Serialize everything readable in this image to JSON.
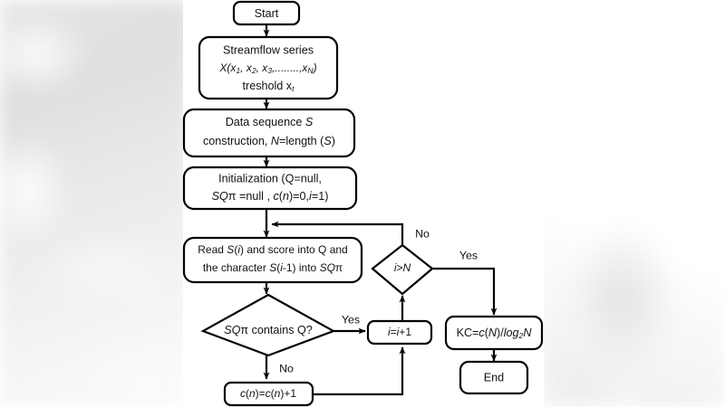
{
  "figure": {
    "kind": "flowchart",
    "title": "Kolmogorov complexity computation flowchart",
    "background_color": "#ffffff",
    "line_color": "#000000",
    "text_color": "#111111"
  },
  "nodes": {
    "start": {
      "id": "start",
      "shape": "terminator",
      "label": "Start"
    },
    "streamflow": {
      "id": "streamflow",
      "shape": "process-rounded",
      "line1": "Streamflow series",
      "line2_pre": "X(x",
      "line2_s1": "1",
      "line2_mid1": ", x",
      "line2_s2": "2",
      "line2_mid2": ", x",
      "line2_s3": "3",
      "line2_mid3": ",........,x",
      "line2_s4": "N",
      "line2_post": ")",
      "line3_pre": "treshold x",
      "line3_sub": "t"
    },
    "data_sequence": {
      "id": "data-sequence",
      "shape": "process-rounded",
      "line1_pre": "Data sequence ",
      "line1_ital": "S",
      "line2_pre": "construction, ",
      "line2_ital1": "N",
      "line2_mid": "=length (",
      "line2_ital2": "S",
      "line2_post": ")"
    },
    "initialization": {
      "id": "initialization",
      "shape": "process-rounded",
      "line1": "Initialization (Q=null,",
      "line2_ital1": "SQ",
      "line2_pi": "π",
      "line2_mid": " =null , ",
      "line2_ital2": "c",
      "line2_mid2": "(",
      "line2_ital3": "n",
      "line2_mid3": ")=0,",
      "line2_ital4": "i",
      "line2_post": "=1)"
    },
    "read_step": {
      "id": "read-step",
      "shape": "process-rounded",
      "line1_pre": "Read ",
      "line1_ital": "S",
      "line1_mid": "(",
      "line1_ital2": "i",
      "line1_post": ") and score into Q and",
      "line2_pre": "the character ",
      "line2_ital": "S",
      "line2_mid": "(",
      "line2_ital2": "i",
      "line2_mid2": "-1) into ",
      "line2_ital3": "SQ",
      "line2_pi": "π"
    },
    "decision_contains": {
      "id": "decision-sqpi-contains-q",
      "shape": "decision",
      "ital": "SQ",
      "pi": "π",
      "rest": " contains  Q?"
    },
    "decision_i_gt_n": {
      "id": "decision-i-greater-than-n",
      "shape": "decision",
      "ital1": "i",
      "mid": ">",
      "ital2": "N"
    },
    "increment": {
      "id": "increment-i",
      "shape": "process-rounded",
      "ital1": "i",
      "mid": "=",
      "ital2": "i",
      "post": "+1"
    },
    "count_increment": {
      "id": "count-increment",
      "shape": "process-rounded",
      "ital1": "c",
      "mid1": "(",
      "ital2": "n",
      "mid2": ")=",
      "ital3": "c",
      "mid3": "(",
      "ital4": "n",
      "post": ")+1"
    },
    "kc_formula": {
      "id": "kc-formula",
      "shape": "process-rounded",
      "pre": "KC=",
      "ital1": "c",
      "mid1": "(",
      "ital2": "N",
      "mid2": ")/",
      "ital3": "log",
      "sub": "2",
      "ital4": "N"
    },
    "end": {
      "id": "end",
      "shape": "terminator",
      "label": "End"
    }
  },
  "edge_labels": {
    "contains_yes": "Yes",
    "contains_no": "No",
    "i_gt_n_no": "No",
    "i_gt_n_yes": "Yes"
  },
  "edges": [
    {
      "from": "start",
      "to": "streamflow",
      "label": ""
    },
    {
      "from": "streamflow",
      "to": "data_sequence",
      "label": ""
    },
    {
      "from": "data_sequence",
      "to": "initialization",
      "label": ""
    },
    {
      "from": "initialization",
      "to": "read_step",
      "label": ""
    },
    {
      "from": "read_step",
      "to": "decision_contains",
      "label": ""
    },
    {
      "from": "decision_contains",
      "to": "increment",
      "label": "Yes"
    },
    {
      "from": "decision_contains",
      "to": "count_increment",
      "label": "No"
    },
    {
      "from": "count_increment",
      "to": "increment",
      "label": ""
    },
    {
      "from": "increment",
      "to": "decision_i_gt_n",
      "label": ""
    },
    {
      "from": "decision_i_gt_n",
      "to": "read_step",
      "label": "No"
    },
    {
      "from": "decision_i_gt_n",
      "to": "kc_formula",
      "label": "Yes"
    },
    {
      "from": "kc_formula",
      "to": "end",
      "label": ""
    }
  ]
}
